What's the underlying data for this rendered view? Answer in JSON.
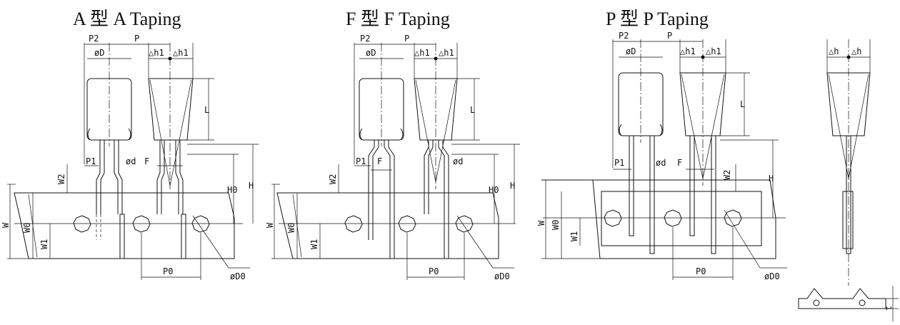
{
  "titles": {
    "a": "A 型 A Taping",
    "f": "F 型 F Taping",
    "p": "P 型 P Taping"
  },
  "dims": {
    "p2": "P2",
    "p": "P",
    "phi_d": "øD",
    "dh1": "△h1",
    "dh": "△h",
    "l": "L",
    "p1": "P1",
    "phi_d_lead": "ød",
    "f": "F",
    "w2": "W2",
    "h0": "H0",
    "h": "H",
    "w": "W",
    "w0": "W0",
    "w1": "W1",
    "p0": "P0",
    "phi_d0": "øD0",
    "t": "t"
  }
}
